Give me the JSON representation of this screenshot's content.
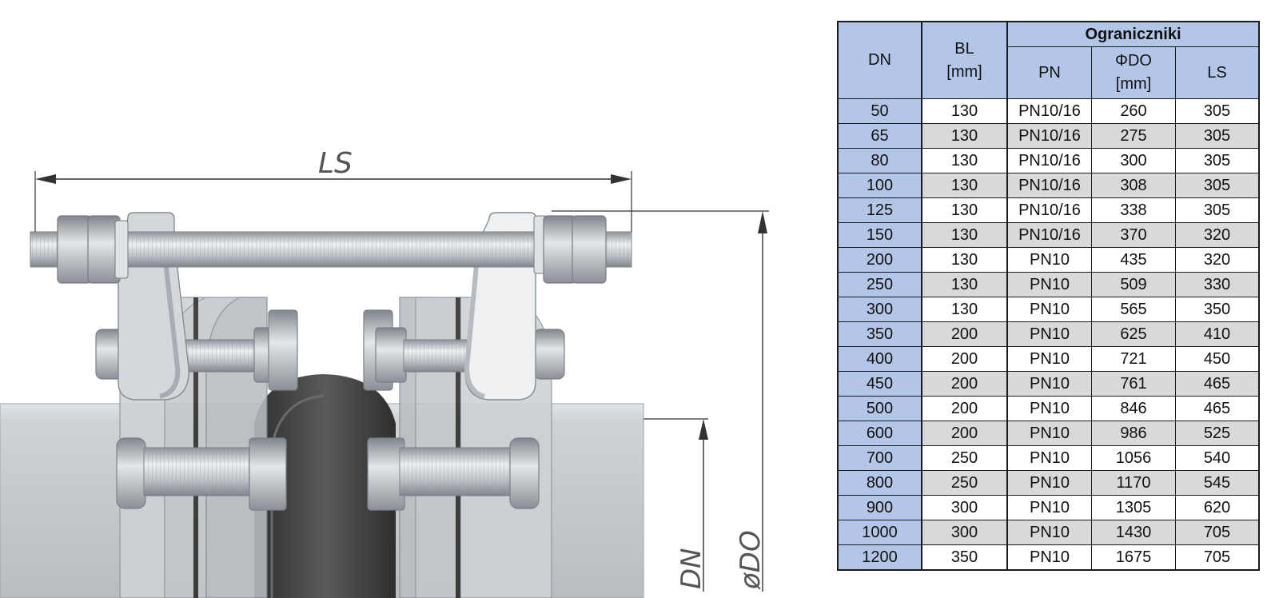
{
  "drawing": {
    "labels": {
      "ls": "LS",
      "dn": "DN",
      "do": "øDO"
    }
  },
  "table": {
    "headers": {
      "dn": "DN",
      "bl": "BL",
      "bl_unit": "[mm]",
      "group": "Ograniczniki",
      "pn": "PN",
      "do": "ΦDO",
      "do_unit": "[mm]",
      "ls": "LS"
    },
    "rows": [
      {
        "dn": "50",
        "bl": "130",
        "pn": "PN10/16",
        "do": "260",
        "ls": "305"
      },
      {
        "dn": "65",
        "bl": "130",
        "pn": "PN10/16",
        "do": "275",
        "ls": "305"
      },
      {
        "dn": "80",
        "bl": "130",
        "pn": "PN10/16",
        "do": "300",
        "ls": "305"
      },
      {
        "dn": "100",
        "bl": "130",
        "pn": "PN10/16",
        "do": "308",
        "ls": "305"
      },
      {
        "dn": "125",
        "bl": "130",
        "pn": "PN10/16",
        "do": "338",
        "ls": "305"
      },
      {
        "dn": "150",
        "bl": "130",
        "pn": "PN10/16",
        "do": "370",
        "ls": "320"
      },
      {
        "dn": "200",
        "bl": "130",
        "pn": "PN10",
        "do": "435",
        "ls": "320"
      },
      {
        "dn": "250",
        "bl": "130",
        "pn": "PN10",
        "do": "509",
        "ls": "330"
      },
      {
        "dn": "300",
        "bl": "130",
        "pn": "PN10",
        "do": "565",
        "ls": "350"
      },
      {
        "dn": "350",
        "bl": "200",
        "pn": "PN10",
        "do": "625",
        "ls": "410"
      },
      {
        "dn": "400",
        "bl": "200",
        "pn": "PN10",
        "do": "721",
        "ls": "450"
      },
      {
        "dn": "450",
        "bl": "200",
        "pn": "PN10",
        "do": "761",
        "ls": "465"
      },
      {
        "dn": "500",
        "bl": "200",
        "pn": "PN10",
        "do": "846",
        "ls": "465"
      },
      {
        "dn": "600",
        "bl": "200",
        "pn": "PN10",
        "do": "986",
        "ls": "525"
      },
      {
        "dn": "700",
        "bl": "250",
        "pn": "PN10",
        "do": "1056",
        "ls": "540"
      },
      {
        "dn": "800",
        "bl": "250",
        "pn": "PN10",
        "do": "1170",
        "ls": "545"
      },
      {
        "dn": "900",
        "bl": "300",
        "pn": "PN10",
        "do": "1305",
        "ls": "620"
      },
      {
        "dn": "1000",
        "bl": "300",
        "pn": "PN10",
        "do": "1430",
        "ls": "705"
      },
      {
        "dn": "1200",
        "bl": "350",
        "pn": "PN10",
        "do": "1675",
        "ls": "705"
      }
    ]
  },
  "colors": {
    "header_fill": "#b4c6e7",
    "alt_row_fill": "#d9d9d9",
    "metal": "#c9ced3",
    "rubber": "#3c3c3c",
    "pipe": "#c4c8cc"
  }
}
